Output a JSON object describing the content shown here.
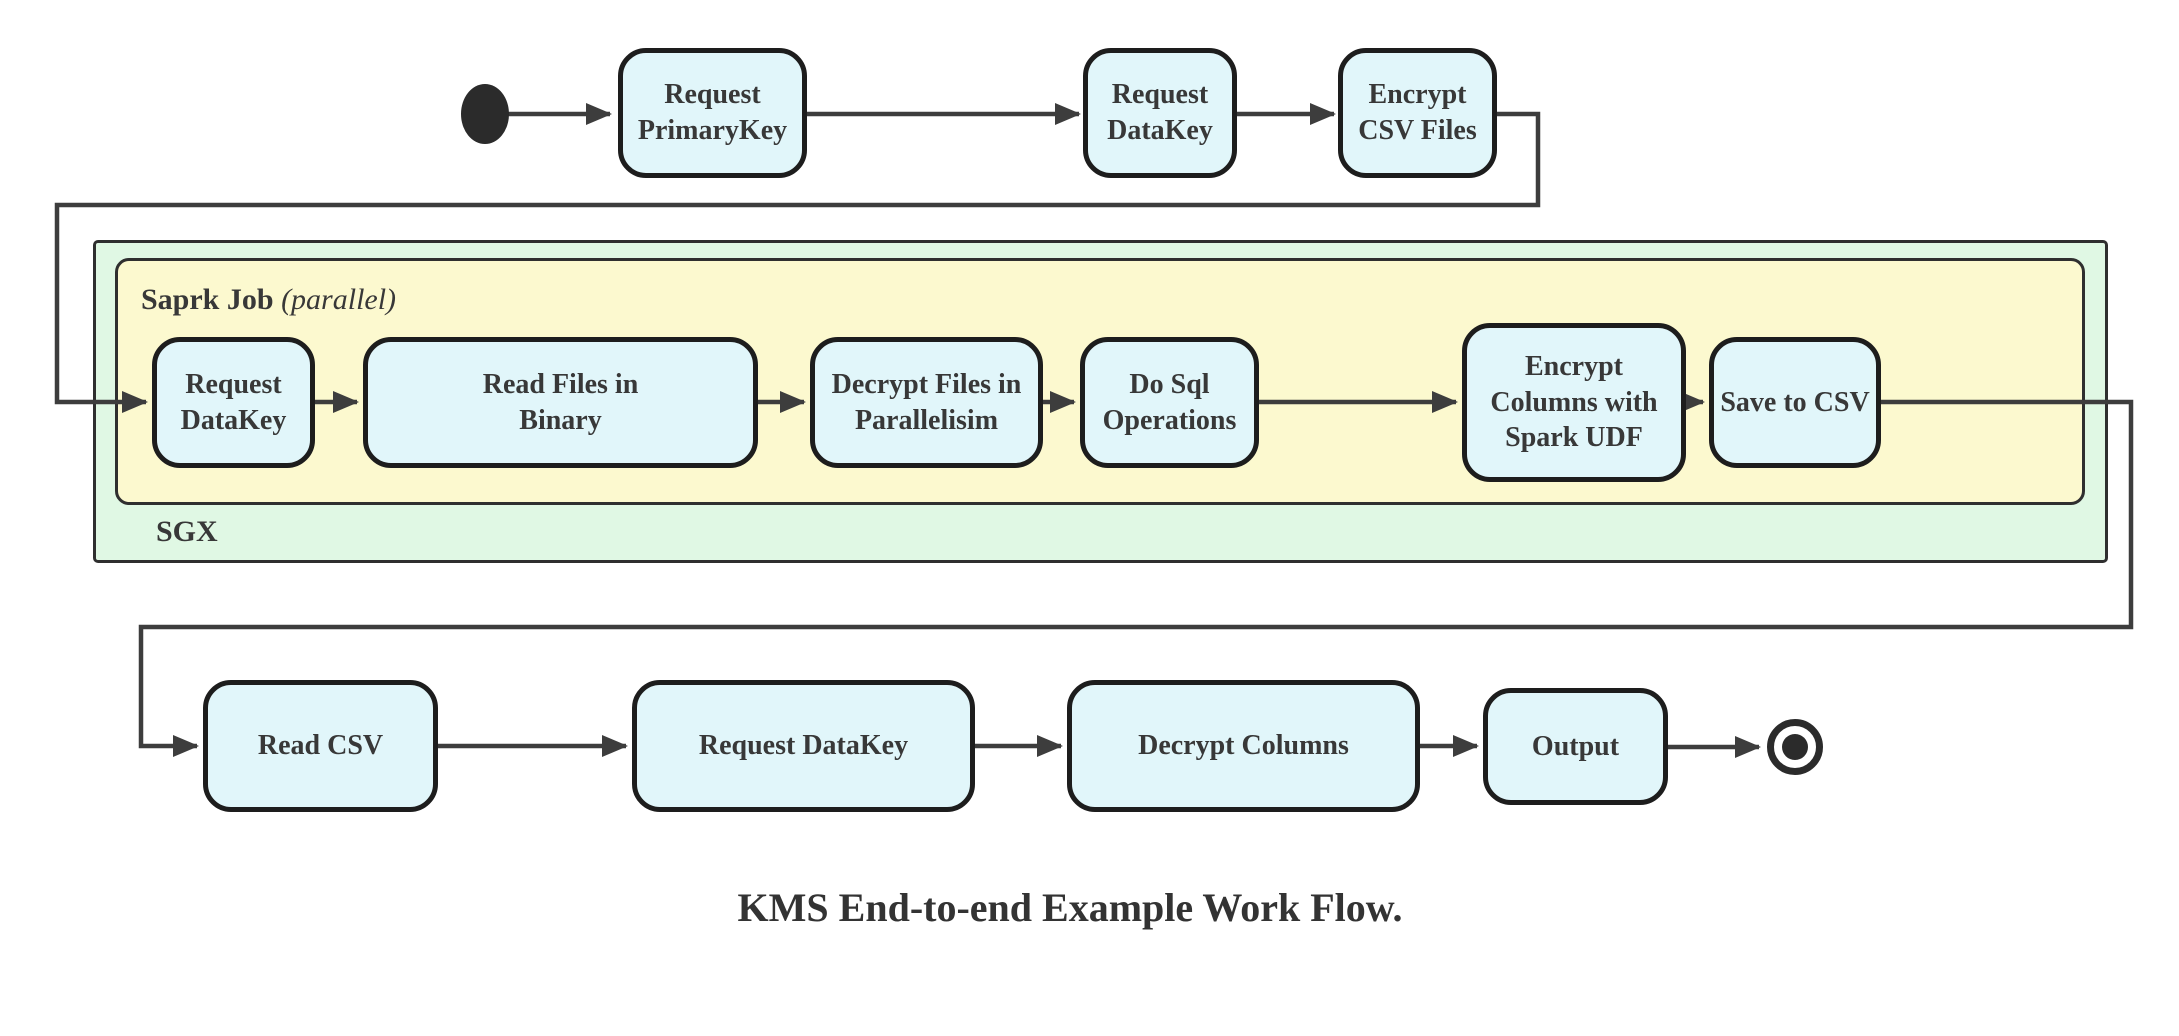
{
  "colors": {
    "node_fill": "#e1f6fa",
    "node_border": "#1d1d1d",
    "sgx_fill": "#e0f8e4",
    "spark_fill": "#fcf9cf",
    "container_border": "#2f2f2f",
    "edge": "#3d3d3d",
    "text": "#383838"
  },
  "diagram": {
    "caption": "KMS End-to-end Example Work Flow.",
    "top_row": {
      "nodes": [
        {
          "label": "Request\nPrimaryKey"
        },
        {
          "label": "Request\nDataKey"
        },
        {
          "label": "Encrypt\nCSV Files"
        }
      ]
    },
    "sgx_container": {
      "label": "SGX",
      "spark_job_container": {
        "label": "Saprk Job",
        "qualifier": "(parallel)",
        "nodes": [
          {
            "label": "Request\nDataKey"
          },
          {
            "label": "Read Files in\nBinary"
          },
          {
            "label": "Decrypt Files in\nParallelisim"
          },
          {
            "label": "Do Sql\nOperations"
          },
          {
            "label": "Encrypt\nColumns with\nSpark UDF"
          },
          {
            "label": "Save to CSV"
          }
        ]
      }
    },
    "bottom_row": {
      "nodes": [
        {
          "label": "Read CSV"
        },
        {
          "label": "Request DataKey"
        },
        {
          "label": "Decrypt Columns"
        },
        {
          "label": "Output"
        }
      ]
    }
  }
}
